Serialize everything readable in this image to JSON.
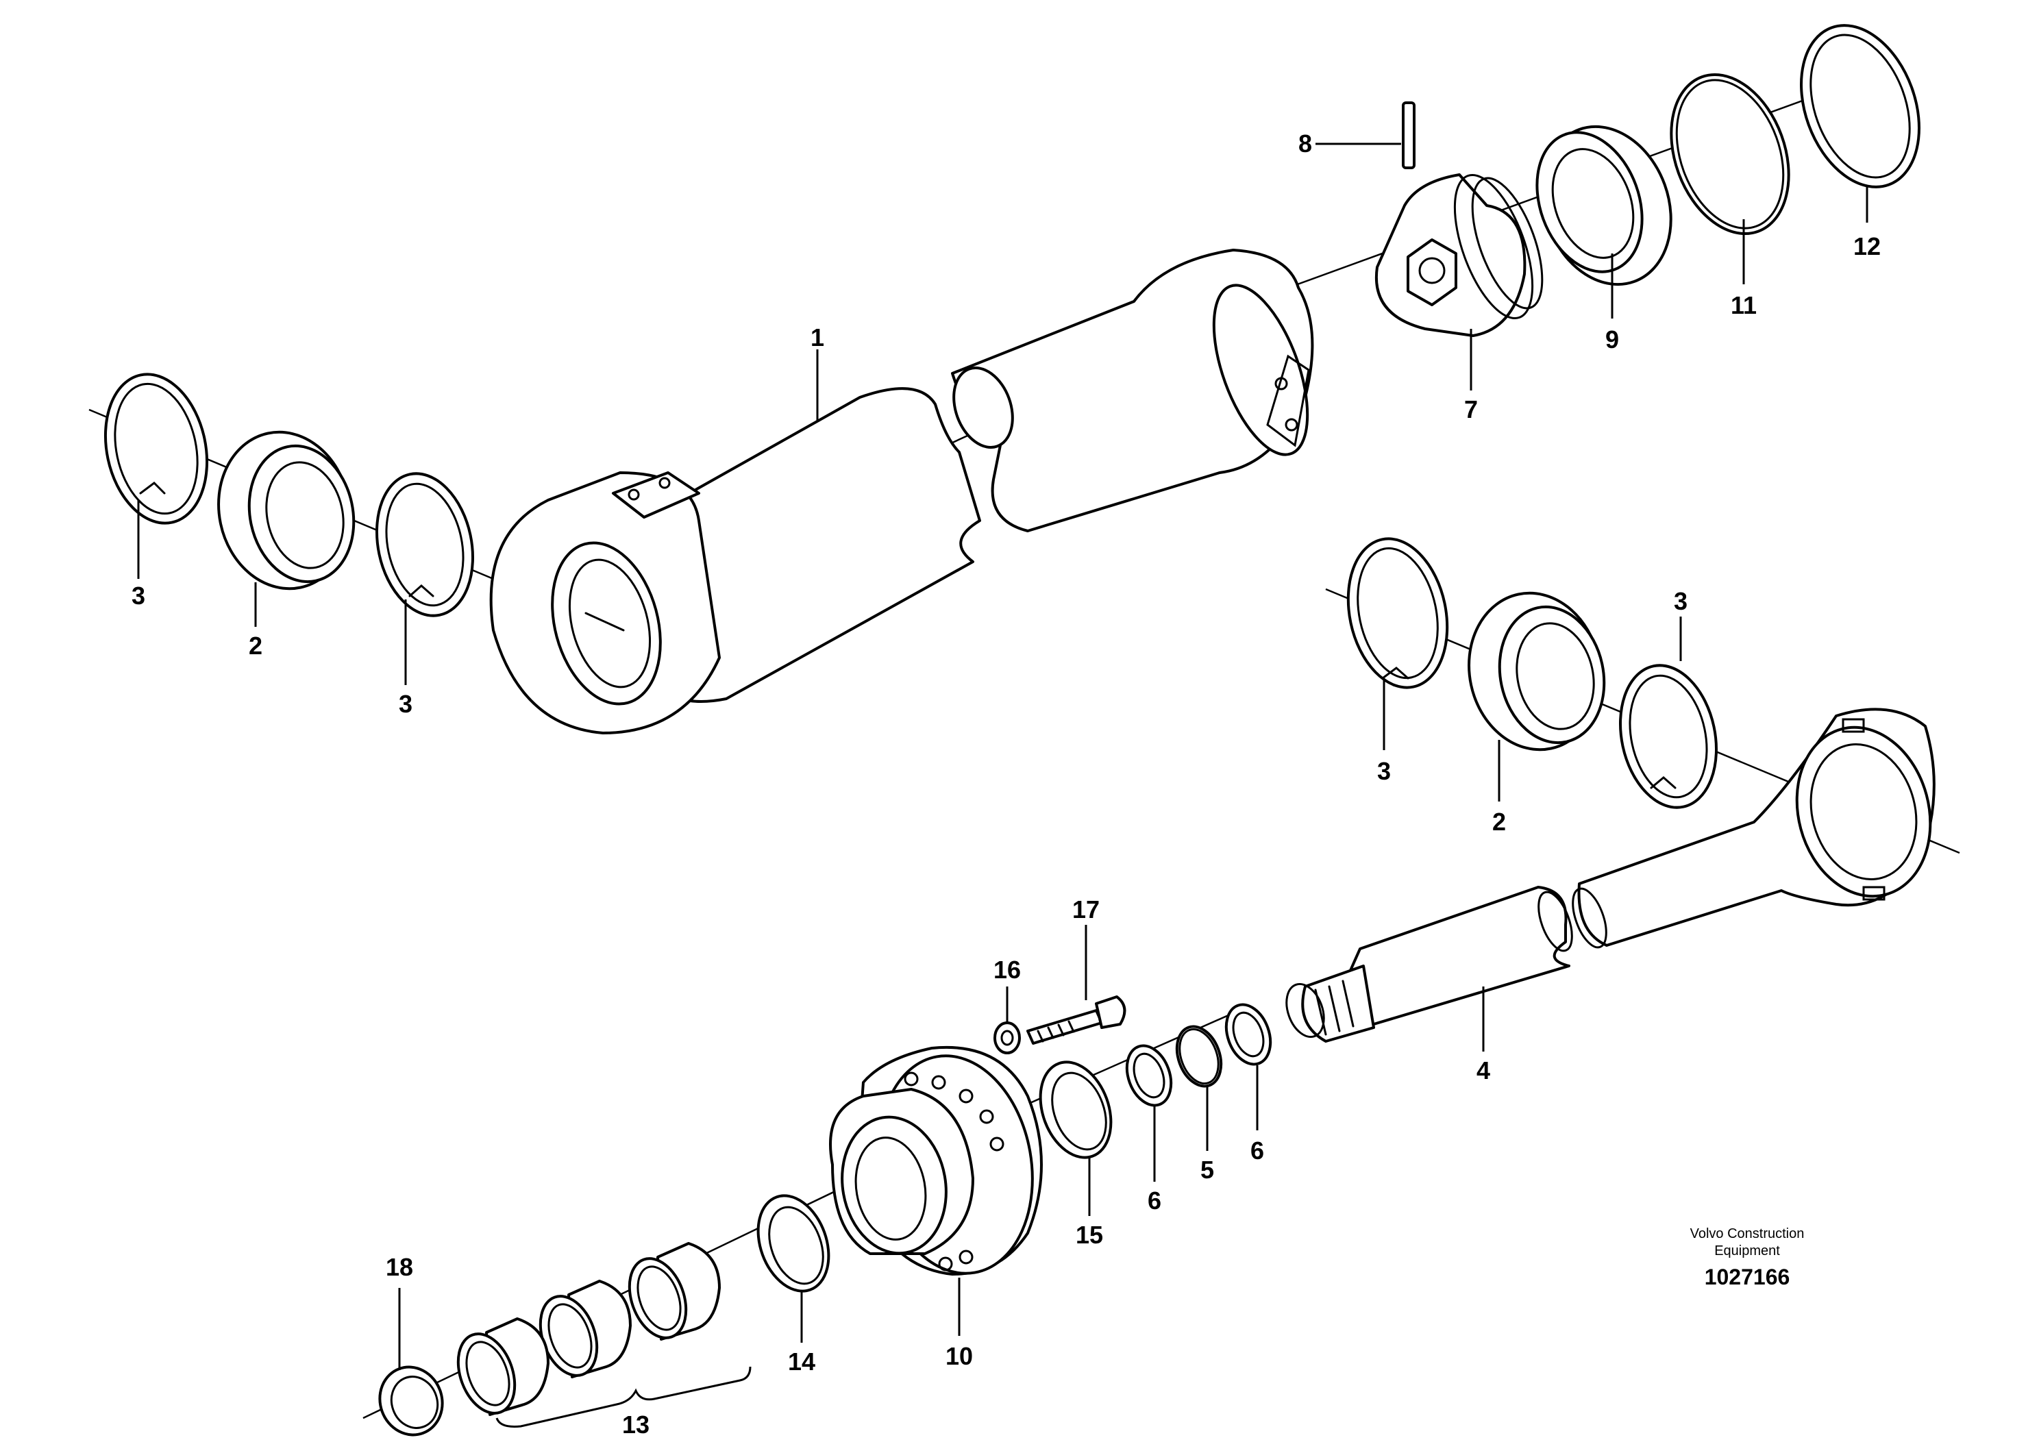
{
  "callouts": {
    "c1": "1",
    "c2a": "2",
    "c2b": "2",
    "c3a": "3",
    "c3b": "3",
    "c3c": "3",
    "c3d": "3",
    "c4": "4",
    "c5": "5",
    "c6a": "6",
    "c6b": "6",
    "c7": "7",
    "c8": "8",
    "c9": "9",
    "c10": "10",
    "c11": "11",
    "c12": "12",
    "c13": "13",
    "c14": "14",
    "c15": "15",
    "c16": "16",
    "c17": "17",
    "c18": "18"
  },
  "publisher": {
    "line1": "Volvo Construction",
    "line2": "Equipment"
  },
  "illustration_number": "1027166"
}
